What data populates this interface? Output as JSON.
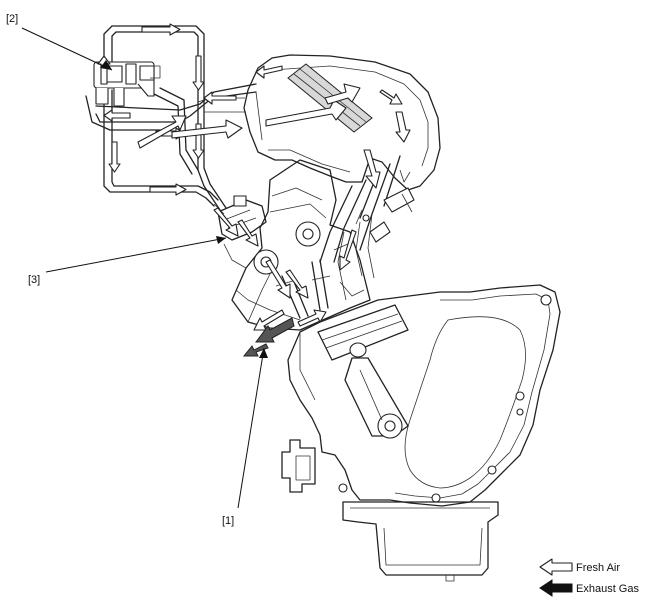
{
  "callouts": [
    {
      "id": "1",
      "text": "[1]"
    },
    {
      "id": "2",
      "text": "[2]"
    },
    {
      "id": "3",
      "text": "[3]"
    }
  ],
  "legend": {
    "fresh_air": "Fresh Air",
    "exhaust_gas": "Exhaust Gas"
  }
}
